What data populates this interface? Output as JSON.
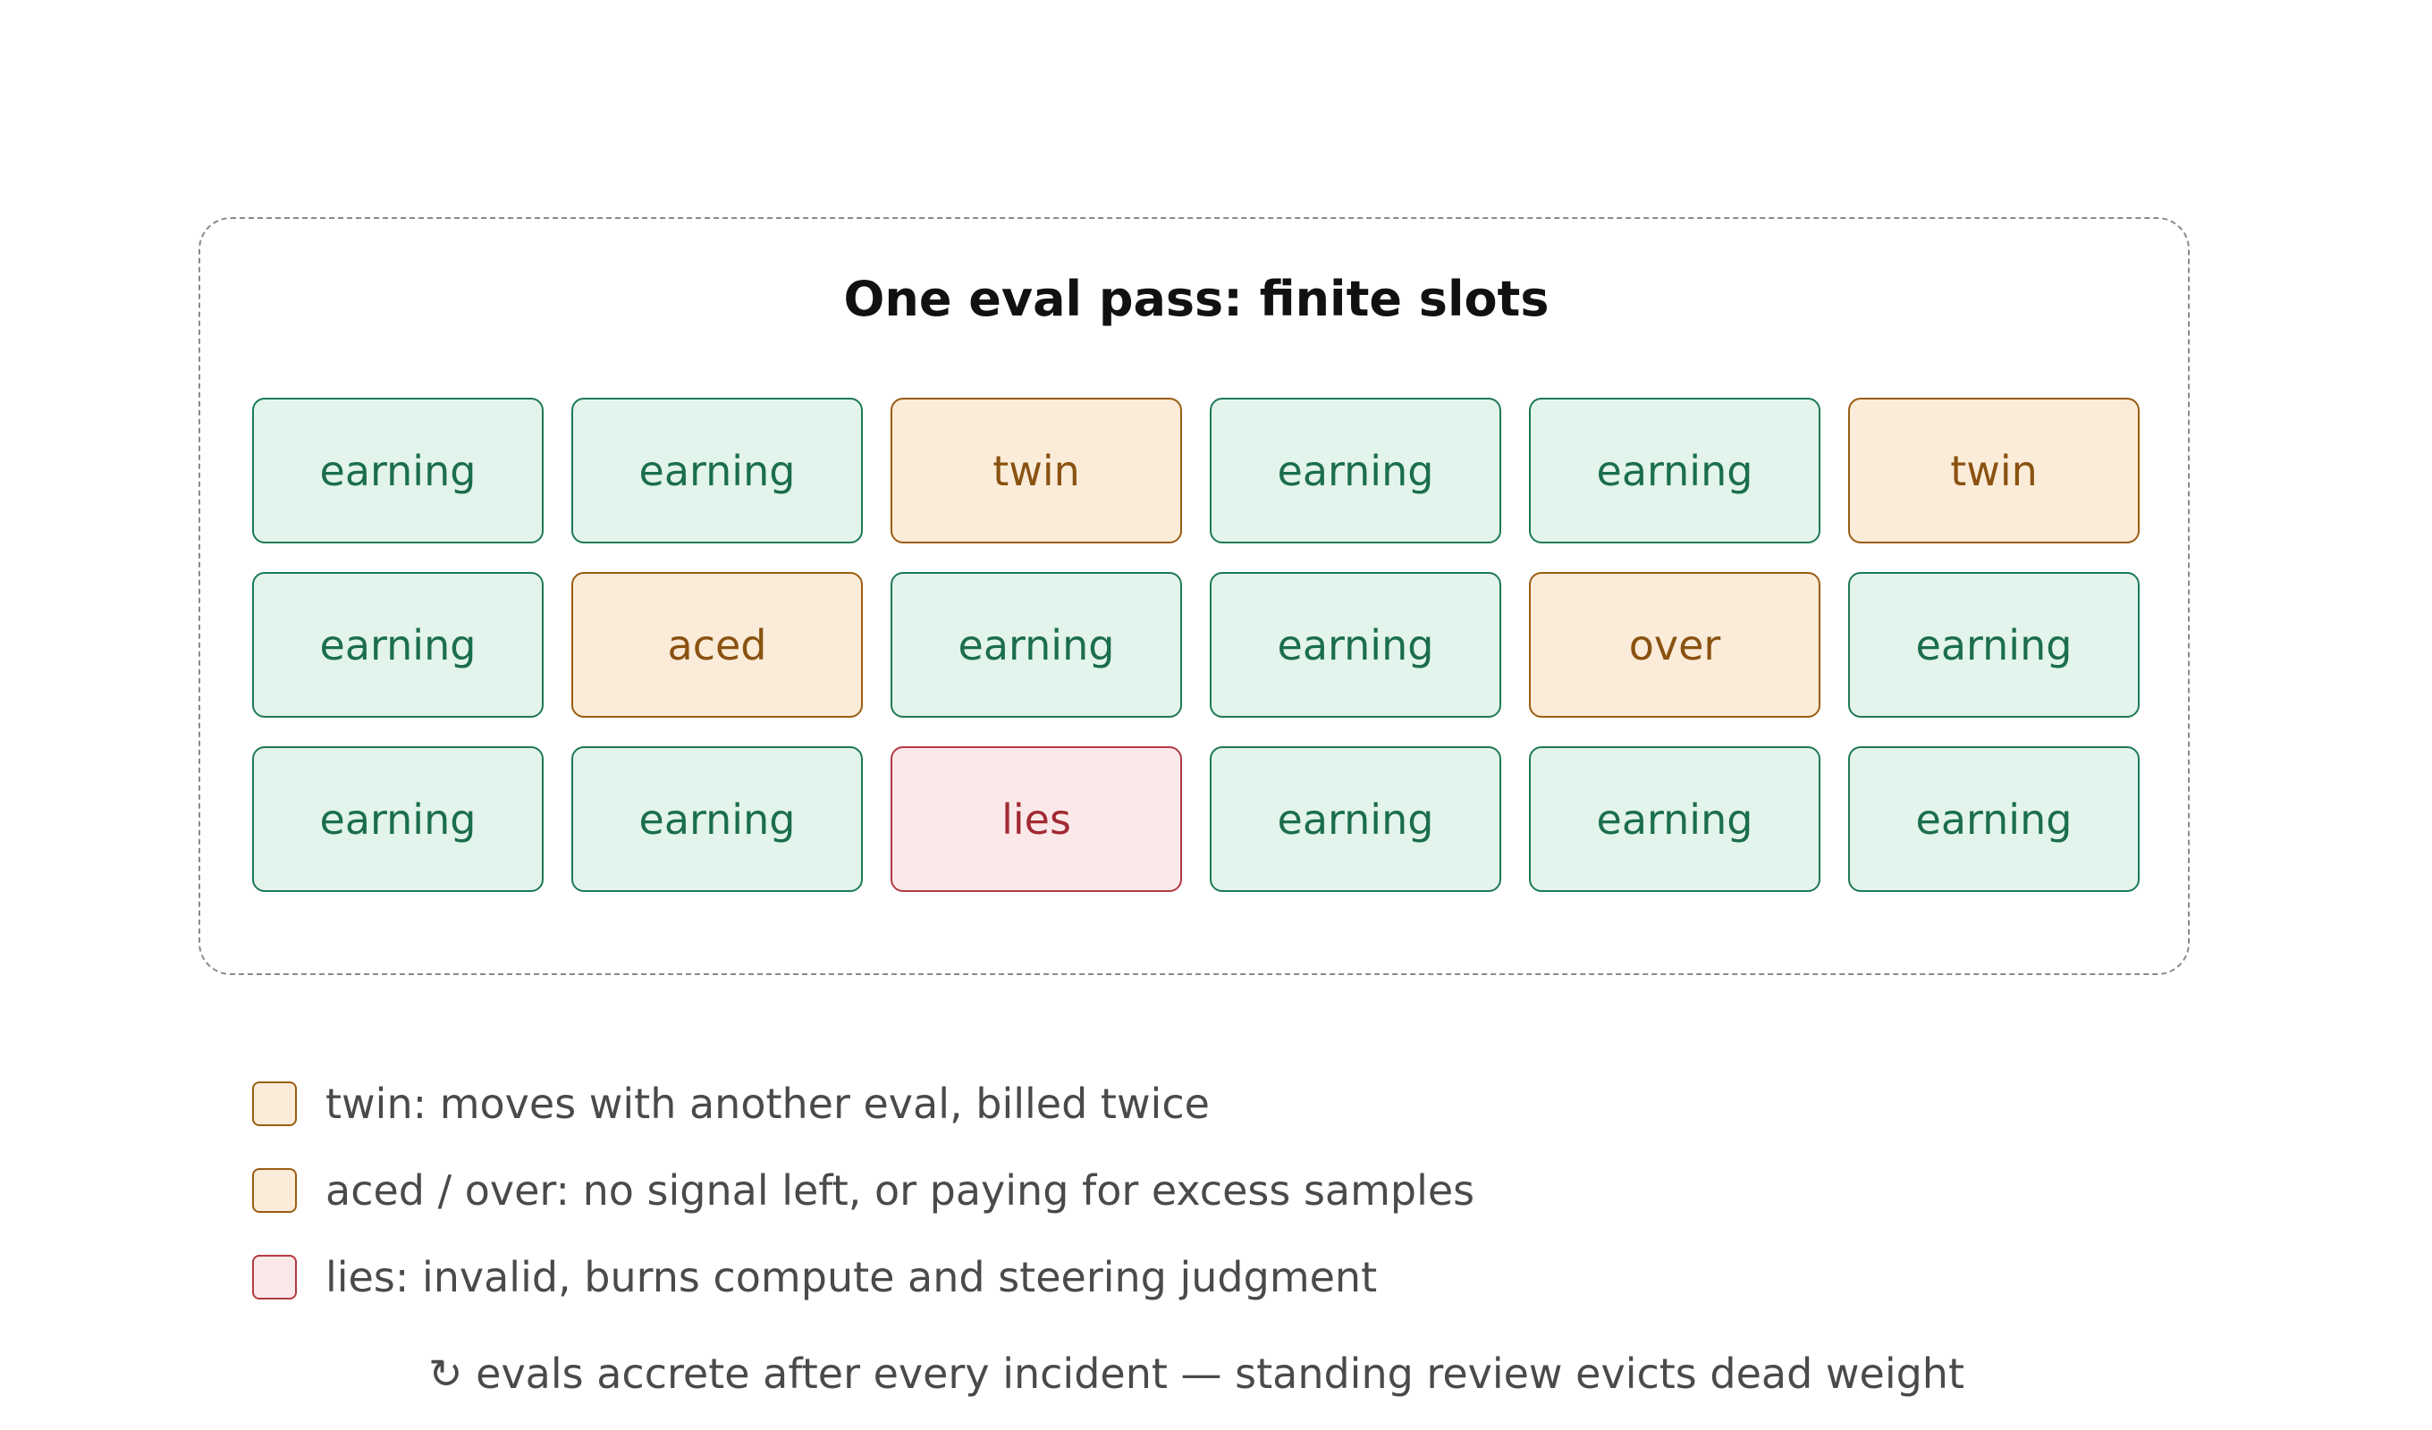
{
  "title": "One eval pass: finite slots",
  "grid": [
    [
      {
        "label": "earning",
        "kind": "earning"
      },
      {
        "label": "earning",
        "kind": "earning"
      },
      {
        "label": "twin",
        "kind": "warn"
      },
      {
        "label": "earning",
        "kind": "earning"
      },
      {
        "label": "earning",
        "kind": "earning"
      },
      {
        "label": "twin",
        "kind": "warn"
      }
    ],
    [
      {
        "label": "earning",
        "kind": "earning"
      },
      {
        "label": "aced",
        "kind": "warn"
      },
      {
        "label": "earning",
        "kind": "earning"
      },
      {
        "label": "earning",
        "kind": "earning"
      },
      {
        "label": "over",
        "kind": "warn"
      },
      {
        "label": "earning",
        "kind": "earning"
      }
    ],
    [
      {
        "label": "earning",
        "kind": "earning"
      },
      {
        "label": "earning",
        "kind": "earning"
      },
      {
        "label": "lies",
        "kind": "bad"
      },
      {
        "label": "earning",
        "kind": "earning"
      },
      {
        "label": "earning",
        "kind": "earning"
      },
      {
        "label": "earning",
        "kind": "earning"
      }
    ]
  ],
  "legend": [
    {
      "kind": "warn",
      "text": "twin: moves with another eval, billed twice"
    },
    {
      "kind": "warn",
      "text": "aced / over: no signal left, or paying for excess samples"
    },
    {
      "kind": "bad",
      "text": "lies: invalid, burns compute and steering judgment"
    }
  ],
  "footer": "↻ evals accrete after every incident — standing review evicts dead weight",
  "colors": {
    "earning_fill": "#e3f4ec",
    "earning_border": "#1e7a55",
    "warn_fill": "#fbecd9",
    "warn_border": "#9a5d12",
    "bad_fill": "#fbe9ea",
    "bad_border": "#b23a42"
  }
}
